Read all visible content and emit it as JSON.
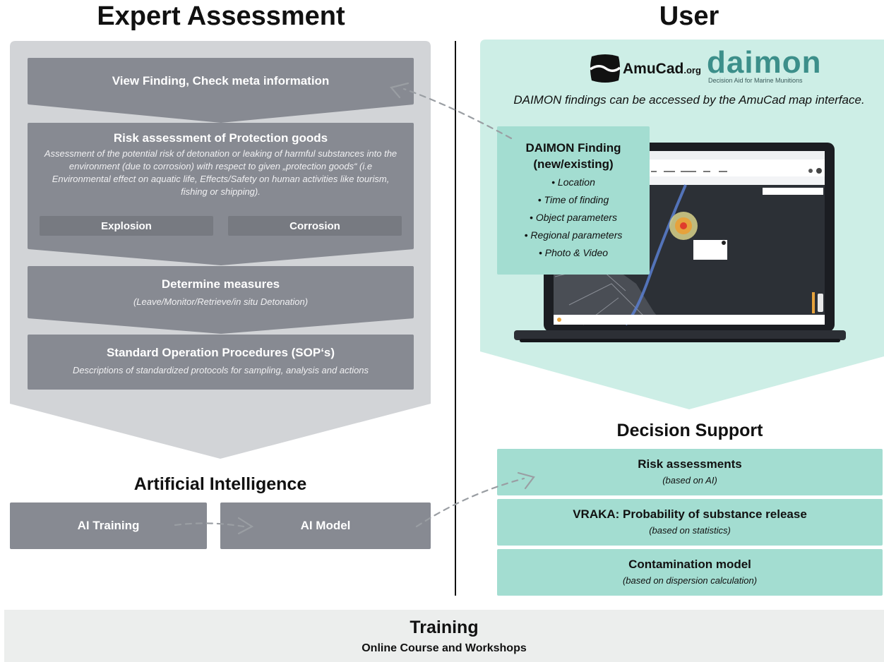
{
  "headings": {
    "left": "Expert Assessment",
    "right": "User",
    "ai": "Artificial Intelligence",
    "decision": "Decision Support"
  },
  "logos": {
    "amucad_main": "AmuCad",
    "amucad_suffix": ".org",
    "daimon": "daimon",
    "daimon_tagline": "Decision Aid for Marine Munitions"
  },
  "user": {
    "caption": "DAIMON findings can be accessed by the AmuCad map interface.",
    "finding": {
      "title": "DAIMON Finding",
      "subtitle": "(new/existing)",
      "items": [
        "Location",
        "Time of finding",
        "Object parameters",
        "Regional parameters",
        "Photo & Video"
      ]
    }
  },
  "expert": {
    "view": "View Finding, Check meta information",
    "risk": {
      "title": "Risk assessment of Protection goods",
      "desc": "Assessment of the potential risk of detonation or leaking of harmful substances into the environment (due to corrosion) with respect to given „protection goods“ (i.e Environmental effect on aquatic life, Effects/Safety on human activities like tourism, fishing or shipping).",
      "explosion": "Explosion",
      "corrosion": "Corrosion"
    },
    "measures": {
      "title": "Determine measures",
      "desc": "(Leave/Monitor/Retrieve/in situ Detonation)"
    },
    "sop": {
      "title": "Standard Operation Procedures (SOP‘s)",
      "desc": "Descriptions of standardized protocols for sampling, analysis and actions"
    }
  },
  "ai": {
    "training": "AI Training",
    "model": "AI Model"
  },
  "decision": [
    {
      "title": "Risk assessments",
      "desc": "(based on AI)"
    },
    {
      "title": "VRAKA: Probability of substance release",
      "desc": "(based on statistics)"
    },
    {
      "title": "Contamination model",
      "desc": "(based on dispersion calculation)"
    }
  ],
  "training": {
    "title": "Training",
    "subtitle": "Online Course and Workshops"
  },
  "colors": {
    "grey_panel": "#d2d4d7",
    "grey_box": "#878a92",
    "teal_panel": "#cdeee6",
    "teal_box": "#a3ddd1",
    "training_bg": "#eceeed",
    "arrow": "#9a9ea3"
  }
}
